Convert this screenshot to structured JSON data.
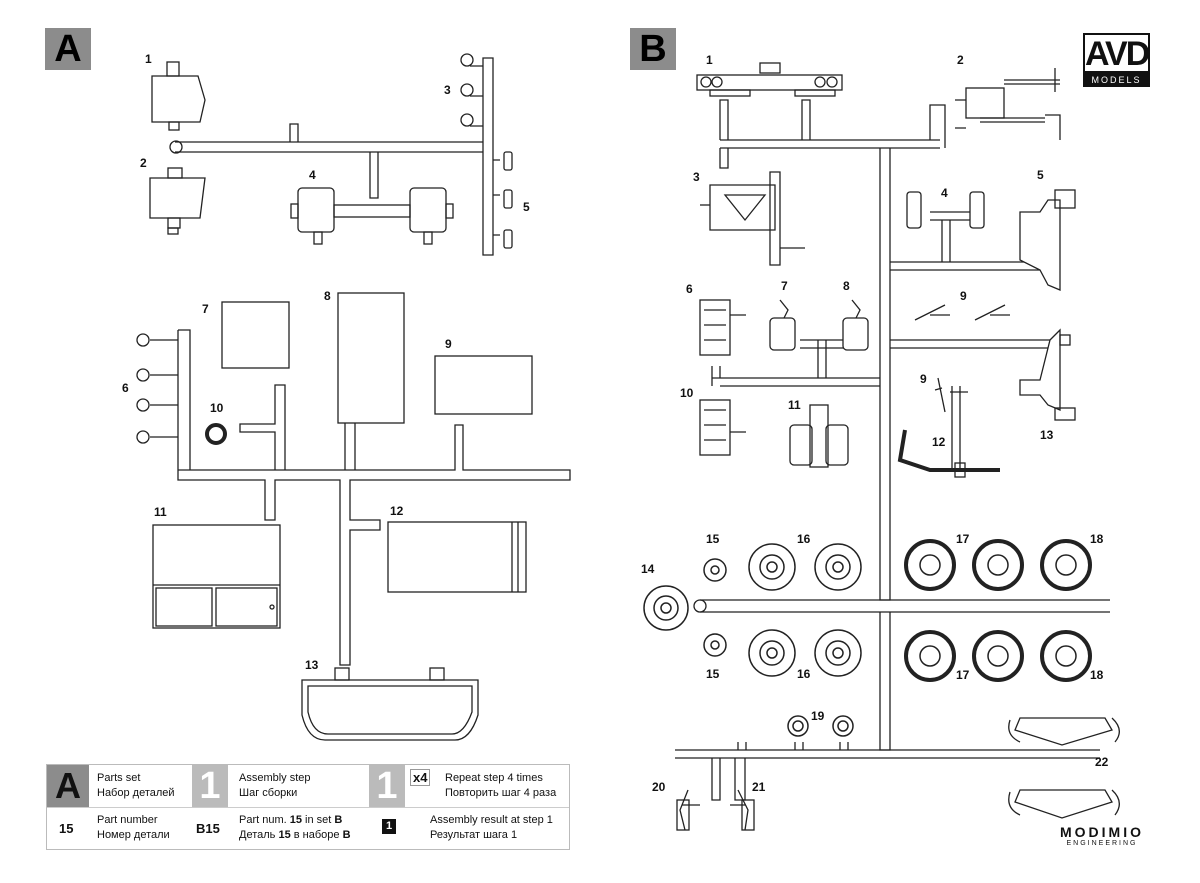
{
  "sprues": {
    "a": {
      "letter": "A"
    },
    "b": {
      "letter": "B"
    }
  },
  "labels_a": [
    "1",
    "2",
    "3",
    "4",
    "5",
    "6",
    "7",
    "8",
    "9",
    "10",
    "11",
    "12",
    "13"
  ],
  "labels_b": [
    "1",
    "2",
    "3",
    "4",
    "5",
    "6",
    "7",
    "8",
    "9",
    "9",
    "10",
    "11",
    "12",
    "13",
    "14",
    "15",
    "15",
    "16",
    "16",
    "17",
    "17",
    "18",
    "18",
    "19",
    "20",
    "21",
    "22"
  ],
  "legend": {
    "set_letter": "A",
    "parts_set_en": "Parts set",
    "parts_set_ru": "Набор деталей",
    "step_num": "1",
    "assembly_en": "Assembly step",
    "assembly_ru": "Шаг сборки",
    "repeat_num": "1",
    "repeat_x": "x4",
    "repeat_en": "Repeat step 4 times",
    "repeat_ru": "Повторить шаг 4 раза",
    "part_num_sample": "15",
    "part_en": "Part number",
    "part_ru": "Номер детали",
    "set_ref": "B15",
    "set_ref_en_pre": "Part num. ",
    "set_ref_en_num": "15",
    "set_ref_en_mid": " in set ",
    "set_ref_en_set": "B",
    "set_ref_ru_pre": "Деталь ",
    "set_ref_ru_num": "15",
    "set_ref_ru_mid": " в наборе ",
    "set_ref_ru_set": "B",
    "result_num": "1",
    "result_en": "Assembly result at step 1",
    "result_ru": "Результат шага 1"
  },
  "brand": {
    "avd_top": "AVD",
    "avd_bottom": "MODELS",
    "modimio_top": "MODIMIO",
    "modimio_bottom": "ENGINEERING"
  }
}
